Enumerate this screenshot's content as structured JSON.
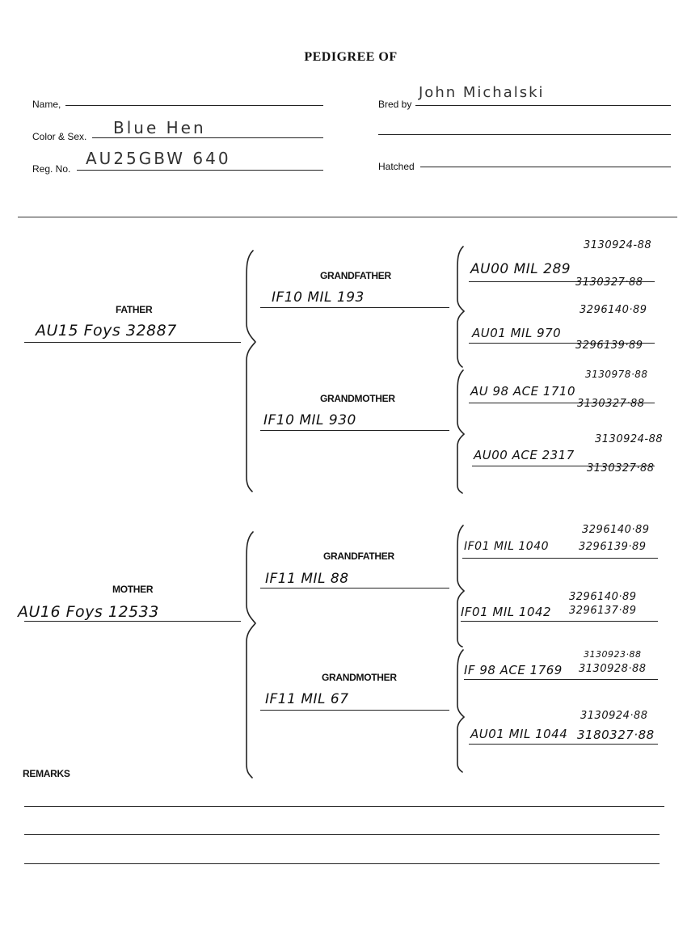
{
  "title": "PEDIGREE OF",
  "header": {
    "name_label": "Name,",
    "name_value": "",
    "color_sex_label": "Color & Sex.",
    "color_sex_value": "Blue   Hen",
    "reg_label": "Reg. No.",
    "reg_value": "AU25GBW 640",
    "bred_by_label": "Bred by",
    "bred_by_value": "John Michalski",
    "hatched_label": "Hatched",
    "hatched_value": ""
  },
  "father": {
    "label": "FATHER",
    "value": "AU15 Foys 32887",
    "grandfather": {
      "label": "GRANDFATHER",
      "value": "IF10 MIL 193",
      "sire": {
        "value": "AU00 MIL 289",
        "num_top": "3130924-88",
        "num_bottom": "3130327·88"
      },
      "dam": {
        "value": "AU01 MIL 970",
        "num_top": "3296140·89",
        "num_bottom": "3296139·89"
      }
    },
    "grandmother": {
      "label": "GRANDMOTHER",
      "value": "IF10 MIL 930",
      "sire": {
        "value": "AU 98 ACE 1710",
        "num_top": "3130978·88",
        "num_bottom": "3130327·88"
      },
      "dam": {
        "value": "AU00 ACE 2317",
        "num_top": "3130924-88",
        "num_bottom": "3130327·88"
      }
    }
  },
  "mother": {
    "label": "MOTHER",
    "value": "AU16 Foys 12533",
    "grandfather": {
      "label": "GRANDFATHER",
      "value": "IF11 MIL 88",
      "sire": {
        "value": "IF01 MIL 1040",
        "num_top": "3296140·89",
        "num_bottom": "3296139·89"
      },
      "dam": {
        "value": "IF01 MIL 1042",
        "num_top": "3296140·89",
        "num_bottom": "3296137·89"
      }
    },
    "grandmother": {
      "label": "GRANDMOTHER",
      "value": "IF11 MIL 67",
      "sire": {
        "value": "IF 98 ACE 1769",
        "num_top": "3130923·88",
        "num_bottom": "3130928·88"
      },
      "dam": {
        "value": "AU01 MIL 1044",
        "num_top": "3130924·88",
        "num_bottom": "3180327·88"
      }
    }
  },
  "remarks": {
    "label": "REMARKS"
  }
}
